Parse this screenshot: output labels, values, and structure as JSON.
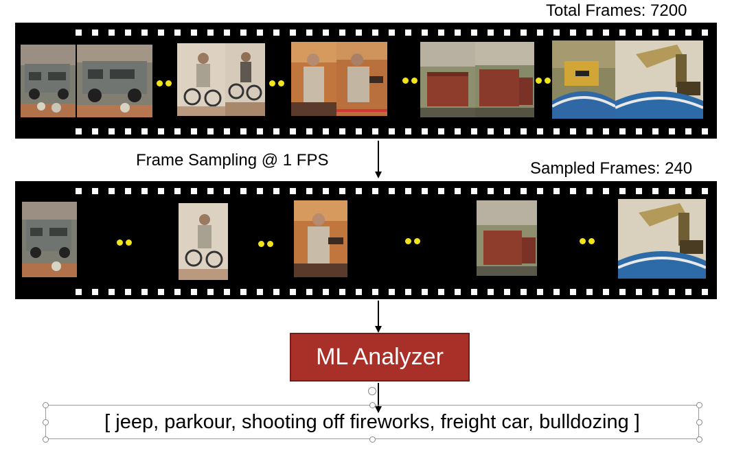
{
  "top_strip": {
    "label": "Total Frames: 7200",
    "frames": [
      {
        "name": "jeep-frame-1",
        "subject": "jeep"
      },
      {
        "name": "jeep-frame-2",
        "subject": "jeep"
      },
      {
        "name": "parkour-frame-1",
        "subject": "parkour"
      },
      {
        "name": "parkour-frame-2",
        "subject": "parkour"
      },
      {
        "name": "fireworks-frame-1",
        "subject": "fireworks"
      },
      {
        "name": "fireworks-frame-2",
        "subject": "fireworks"
      },
      {
        "name": "train-frame-1",
        "subject": "train"
      },
      {
        "name": "train-frame-2",
        "subject": "train"
      },
      {
        "name": "bulldozer-frame-1",
        "subject": "bulldozer"
      },
      {
        "name": "bulldozer-frame-2",
        "subject": "bulldozer"
      }
    ]
  },
  "sampling": {
    "label": "Frame Sampling @ 1 FPS"
  },
  "bottom_strip": {
    "label": "Sampled Frames: 240",
    "frames": [
      {
        "name": "jeep-sample",
        "subject": "jeep"
      },
      {
        "name": "parkour-sample",
        "subject": "parkour"
      },
      {
        "name": "fireworks-sample",
        "subject": "fireworks"
      },
      {
        "name": "train-sample",
        "subject": "train"
      },
      {
        "name": "bulldozer-sample",
        "subject": "bulldozer"
      }
    ]
  },
  "analyzer": {
    "label": "ML Analyzer",
    "color": "#a83028"
  },
  "output": {
    "label": "[ jeep, parkour, shooting off fireworks, freight car, bulldozing ]"
  },
  "colors": {
    "film": "#000000",
    "sprocket": "#ffffff",
    "ellipsis_dot": "#f2e41c"
  }
}
